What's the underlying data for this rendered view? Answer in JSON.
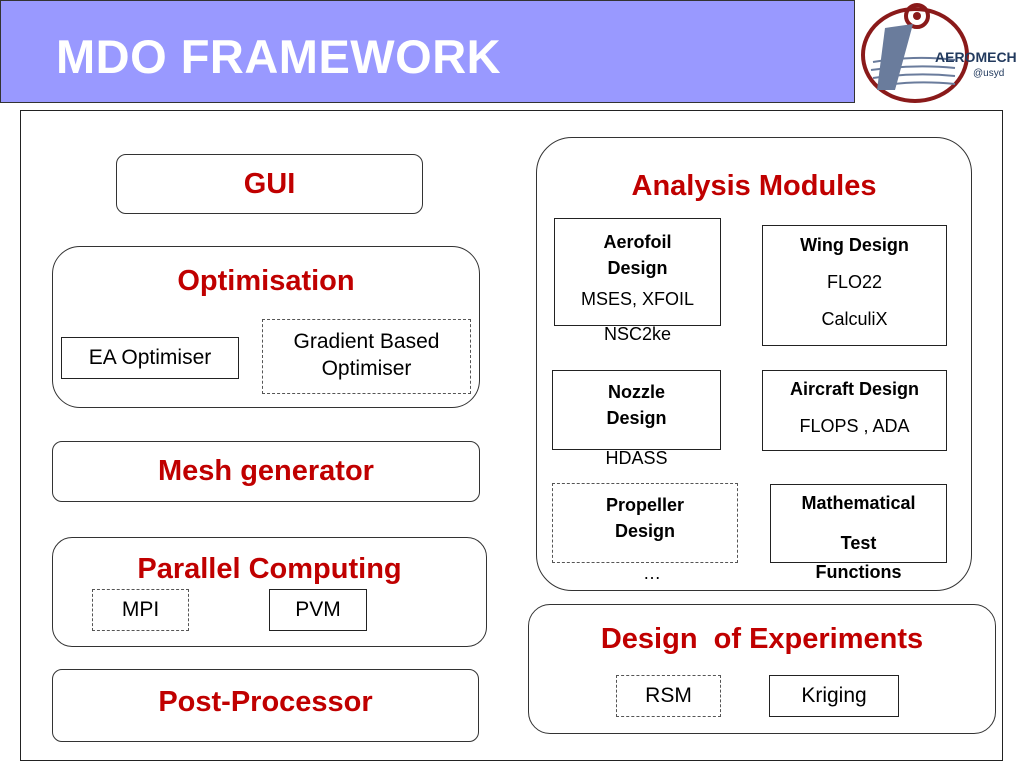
{
  "slide": {
    "title": "MDO FRAMEWORK",
    "logo": {
      "text": "AEROMECH",
      "subtext": "@usyd",
      "icon": "aeromech-logo-icon"
    }
  },
  "gui": {
    "label": "GUI"
  },
  "optimisation": {
    "label": "Optimisation",
    "items": [
      "EA Optimiser",
      "Gradient Based Optimiser"
    ]
  },
  "mesh": {
    "label": "Mesh generator"
  },
  "parallel": {
    "label": "Parallel Computing",
    "items": [
      "MPI",
      "PVM"
    ]
  },
  "post": {
    "label": "Post-Processor"
  },
  "analysis": {
    "label": "Analysis Modules",
    "aerofoil": {
      "title": "Aerofoil Design",
      "tools": "MSES,  XFOIL",
      "extra": "NSC2ke"
    },
    "wing": {
      "title": "Wing Design",
      "tool1": "FLO22",
      "tool2": "CalculiX"
    },
    "nozzle": {
      "title": "Nozzle Design",
      "extra": "HDASS"
    },
    "aircraft": {
      "title": "Aircraft Design",
      "tools": "FLOPS , ADA"
    },
    "propeller": {
      "title": "Propeller Design",
      "extra": "…"
    },
    "math": {
      "line1": "Mathematical",
      "line2": "Test",
      "line3": "Functions"
    }
  },
  "doe": {
    "label": "Design  of Experiments",
    "items": [
      "RSM",
      "Kriging"
    ]
  }
}
